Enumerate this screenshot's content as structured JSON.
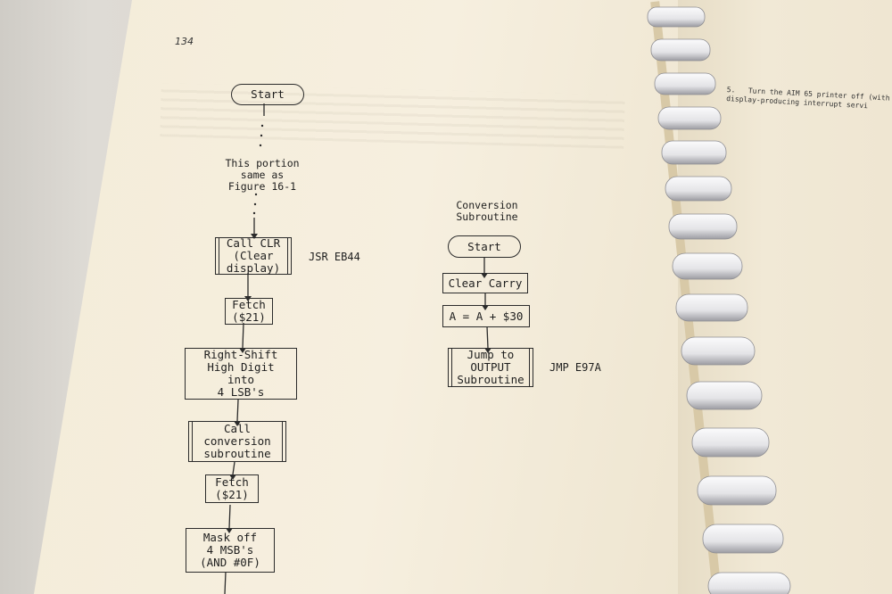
{
  "page": {
    "number": "134"
  },
  "flowchart_main": {
    "start": "Start",
    "note": "This portion\nsame as\nFigure 16-1",
    "steps": [
      {
        "text": "Call CLR\n(Clear\ndisplay)",
        "side": "JSR EB44"
      },
      {
        "text": "Fetch\n($21)"
      },
      {
        "text": "Right-Shift\nHigh Digit\ninto\n4 LSB's"
      },
      {
        "text": "Call\nconversion\nsubroutine"
      },
      {
        "text": "Fetch\n($21)"
      },
      {
        "text": "Mask off\n4 MSB's\n(AND #0F)"
      }
    ]
  },
  "flowchart_sub": {
    "title": "Conversion\nSubroutine",
    "start": "Start",
    "steps": [
      {
        "text": "Clear Carry"
      },
      {
        "text": "A = A + $30"
      },
      {
        "text": "Jump to\nOUTPUT\nSubroutine",
        "side": "JMP E97A"
      }
    ]
  },
  "right_page": {
    "step": "5.",
    "text": "Turn the AIM 65 printer off (with\ndisplay-producing interrupt servi"
  },
  "colors": {
    "paper": "#f4ecd9",
    "ink": "#2b2b2b",
    "binding": "#e8e8ea"
  }
}
